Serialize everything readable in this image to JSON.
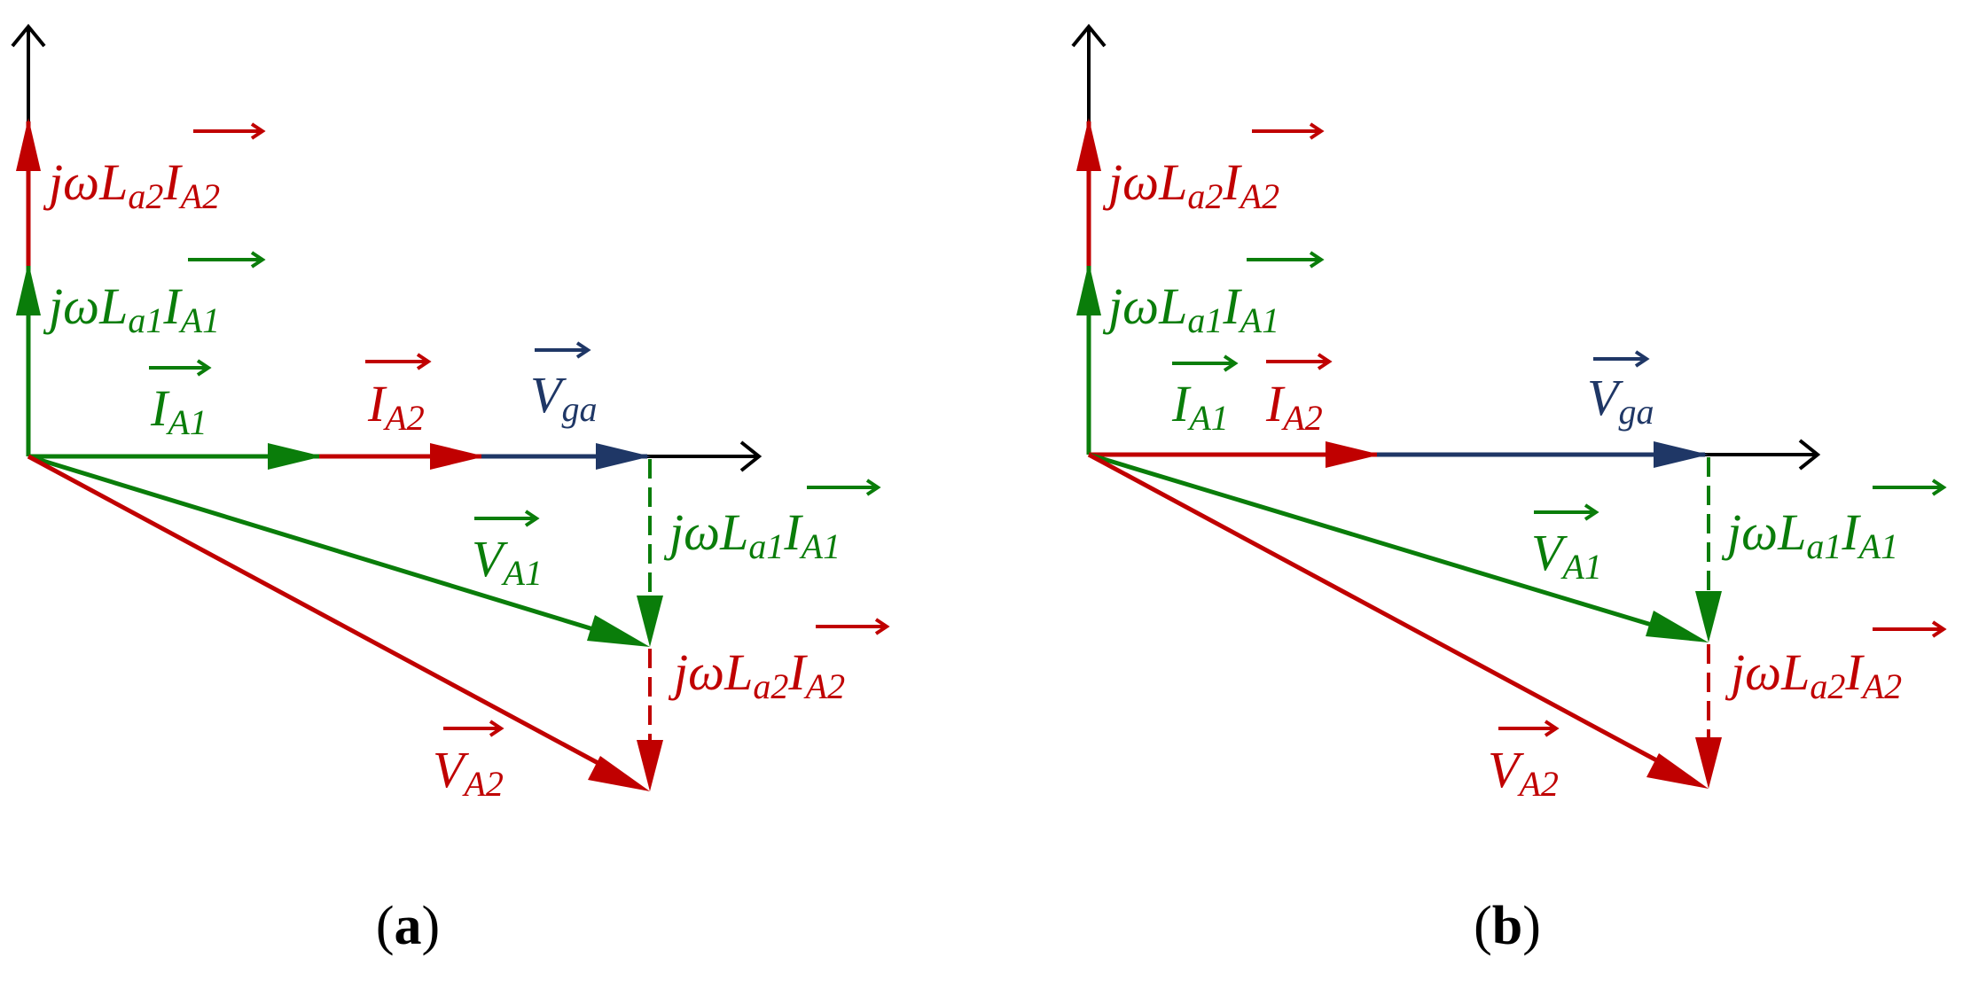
{
  "colors": {
    "axis": "#000000",
    "green": "#0a7d0a",
    "red": "#c00000",
    "blue": "#1f3766"
  },
  "panels": [
    {
      "caption": {
        "open": "(",
        "letter": "a",
        "close": ")"
      },
      "labels": {
        "vla2": {
          "pre": "jωL",
          "sub": "a2",
          "mid": "I",
          "sub2": "A2"
        },
        "vla1": {
          "pre": "jωL",
          "sub": "a1",
          "mid": "I",
          "sub2": "A1"
        },
        "ia1": {
          "mid": "I",
          "sub": "A1"
        },
        "ia2": {
          "mid": "I",
          "sub": "A2"
        },
        "vga": {
          "mid": "V",
          "sub": "ga"
        },
        "dla1": {
          "pre": "jωL",
          "sub": "a1",
          "mid": "I",
          "sub2": "A1"
        },
        "va1": {
          "mid": "V",
          "sub": "A1"
        },
        "dla2": {
          "pre": "jωL",
          "sub": "a2",
          "mid": "I",
          "sub2": "A2"
        },
        "va2": {
          "mid": "V",
          "sub": "A2"
        }
      }
    },
    {
      "caption": {
        "open": "(",
        "letter": "b",
        "close": ")"
      },
      "labels": {
        "vla2": {
          "pre": "jωL",
          "sub": "a2",
          "mid": "I",
          "sub2": "A2"
        },
        "vla1": {
          "pre": "jωL",
          "sub": "a1",
          "mid": "I",
          "sub2": "A1"
        },
        "ia1": {
          "mid": "I",
          "sub": "A1"
        },
        "ia2": {
          "mid": "I",
          "sub": "A2"
        },
        "vga": {
          "mid": "V",
          "sub": "ga"
        },
        "dla1": {
          "pre": "jωL",
          "sub": "a1",
          "mid": "I",
          "sub2": "A1"
        },
        "va1": {
          "mid": "V",
          "sub": "A1"
        },
        "dla2": {
          "pre": "jωL",
          "sub": "a2",
          "mid": "I",
          "sub2": "A2"
        },
        "va2": {
          "mid": "V",
          "sub": "A2"
        }
      }
    }
  ]
}
